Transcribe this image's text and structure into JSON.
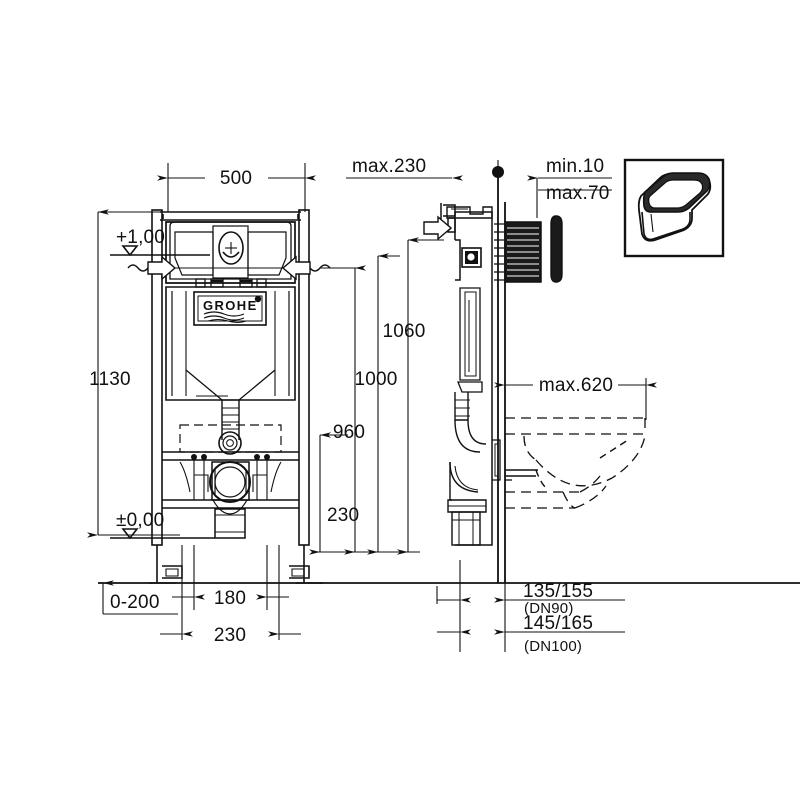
{
  "drawing": {
    "title": "GROHE Rapid SL wall-hung WC frame installation drawing",
    "line_color": "#111111",
    "background": "#ffffff"
  },
  "dimensions": {
    "width_top": "500",
    "height_total": "1130",
    "level_top": "+1,00",
    "level_floor": "±0,00",
    "floor_range": "0-200",
    "outlet_inner": "180",
    "outlet_outer": "230",
    "max_depth_top": "max.230",
    "height_1060": "1060",
    "height_1000": "1000",
    "height_960": "960",
    "height_230": "230",
    "min_10": "min.10",
    "max_70": "max.70",
    "max_620": "max.620",
    "dn90_value": "135/155",
    "dn90_label": "(DN90)",
    "dn100_value": "145/165",
    "dn100_label": "(DN100)"
  },
  "brand": {
    "logo_text": "GROHE"
  },
  "icons": {
    "product_thumbnail": "wall-hung-toilet-icon",
    "water_level_marker": "level-triangle-icon",
    "pipe_break_marker": "break-squiggle-icon"
  }
}
